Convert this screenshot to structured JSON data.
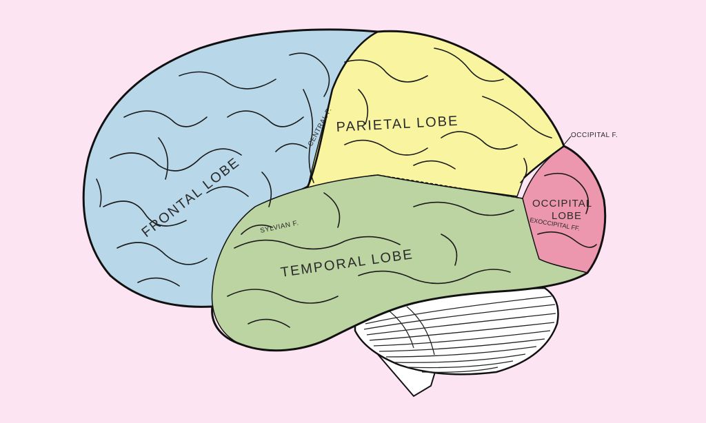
{
  "colors": {
    "background": "#fde4f2",
    "frontal": "#b8d8ea",
    "parietal": "#f8f4a0",
    "temporal": "#bcd3a2",
    "occipital": "#ec97ad",
    "cerebellum": "#ffffff",
    "outline": "#111111"
  },
  "lobes": {
    "frontal": "FRONTAL LOBE",
    "parietal": "PARIETAL LOBE",
    "temporal": "TEMPORAL LOBE",
    "occipital_line1": "OCCIPITAL",
    "occipital_line2": "LOBE"
  },
  "fissures": {
    "central": "CENTRAL F.",
    "sylvian": "SYLVIAN F.",
    "occipital": "OCCIPITAL F.",
    "exoccipital": "EXOCCIPITAL FF."
  }
}
